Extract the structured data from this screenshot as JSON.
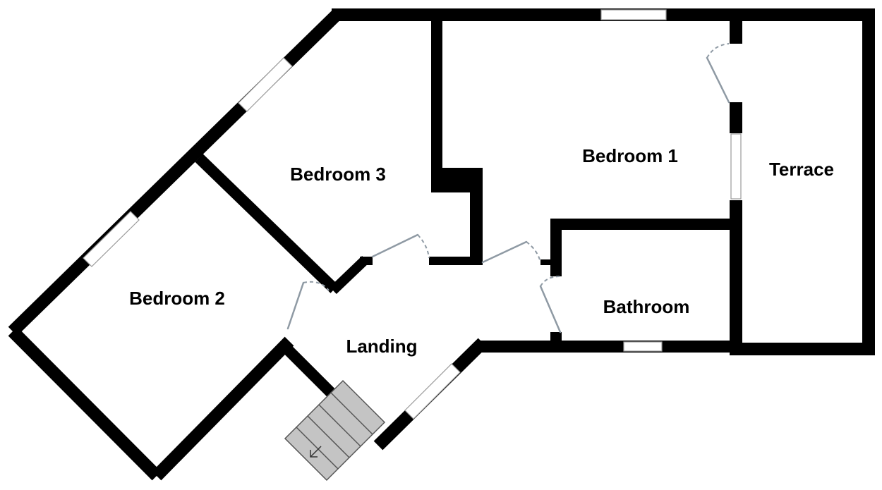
{
  "rooms": [
    {
      "id": "bedroom-1",
      "label": "Bedroom 1"
    },
    {
      "id": "bedroom-2",
      "label": "Bedroom 2"
    },
    {
      "id": "bedroom-3",
      "label": "Bedroom 3"
    },
    {
      "id": "terrace",
      "label": "Terrace"
    },
    {
      "id": "bathroom",
      "label": "Bathroom"
    },
    {
      "id": "landing",
      "label": "Landing"
    }
  ],
  "colors": {
    "wall": "#000000",
    "door": "#8f9aa4",
    "stair": "#c4c4c4",
    "background": "#ffffff"
  },
  "stairs": {
    "direction_icon": "arrow-down-left-icon"
  }
}
